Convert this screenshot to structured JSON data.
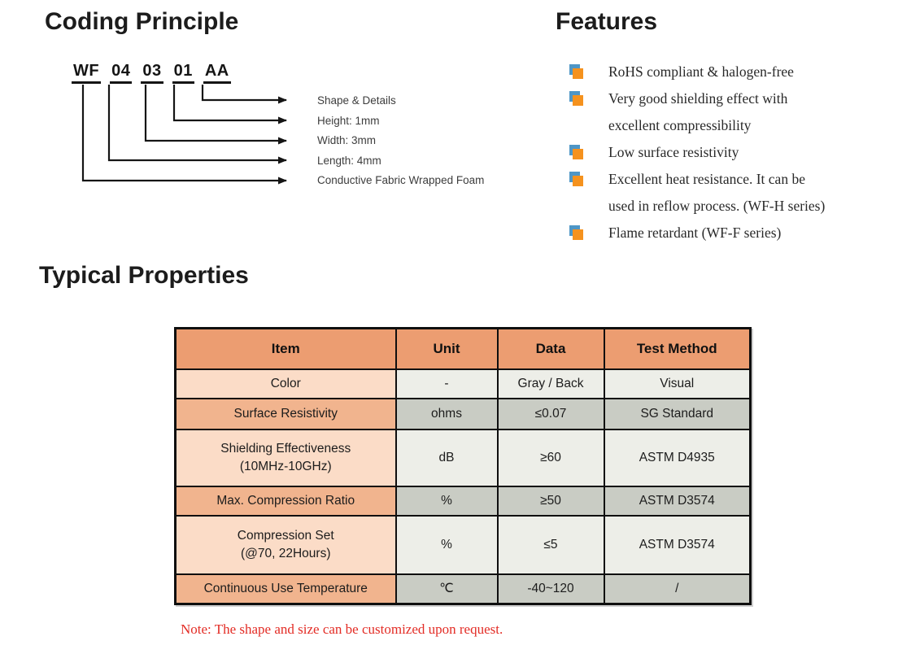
{
  "coding_principle": {
    "title": "Coding Principle",
    "code_segments": [
      "WF",
      "04",
      "03",
      "01",
      "AA"
    ],
    "labels": [
      "Shape & Details",
      "Height: 1mm",
      "Width: 3mm",
      "Length: 4mm",
      "Conductive Fabric Wrapped Foam"
    ]
  },
  "features": {
    "title": "Features",
    "items": [
      "RoHS compliant & halogen-free",
      "Very good shielding effect with\nexcellent compressibility",
      "Low surface resistivity",
      "Excellent heat resistance. It can be\nused in reflow process. (WF-H series)",
      "Flame retardant (WF-F series)"
    ]
  },
  "typical_properties": {
    "title": "Typical Properties",
    "table": {
      "headers": [
        "Item",
        "Unit",
        "Data",
        "Test Method"
      ],
      "rows": [
        [
          "Color",
          "-",
          "Gray / Back",
          "Visual"
        ],
        [
          "Surface Resistivity",
          "ohms",
          "≤0.07",
          "SG Standard"
        ],
        [
          "Shielding Effectiveness\n(10MHz-10GHz)",
          "dB",
          "≥60",
          "ASTM D4935"
        ],
        [
          "Max. Compression Ratio",
          "%",
          "≥50",
          "ASTM D3574"
        ],
        [
          "Compression Set\n(@70, 22Hours)",
          "%",
          "≤5",
          "ASTM D3574"
        ],
        [
          "Continuous Use Temperature",
          "℃",
          "-40~120",
          "/"
        ]
      ]
    },
    "note": "Note: The shape and size can be customized upon request."
  },
  "colors": {
    "accent_orange": "#F5921E",
    "accent_blue": "#4E96C6",
    "table_header_bg": "#EC9D71",
    "item_light_bg": "#FBDCC7",
    "item_dark_bg": "#F1B48E",
    "cell_light_bg": "#EDEEE8",
    "cell_dark_bg": "#C9CCC4",
    "note_red": "#E32C25"
  }
}
